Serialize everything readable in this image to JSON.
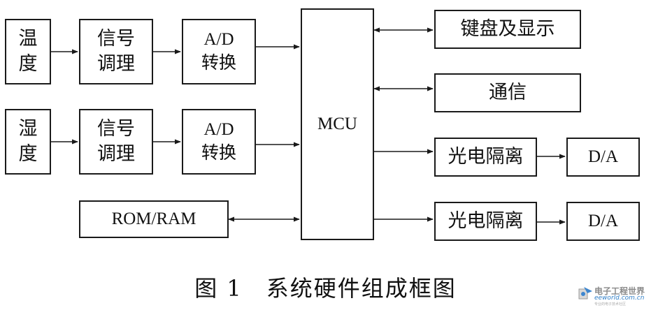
{
  "blocks": {
    "temp_sensor": "温\n度",
    "humidity_sensor": "湿\n度",
    "signal_cond_1": "信号\n调理",
    "signal_cond_2": "信号\n调理",
    "adc_1": "A/D\n转换",
    "adc_2": "A/D\n转换",
    "mcu": "MCU",
    "rom_ram": "ROM/RAM",
    "keyboard_display": "键盘及显示",
    "communication": "通信",
    "opto_isolation_1": "光电隔离",
    "opto_isolation_2": "光电隔离",
    "dac_1": "D/A",
    "dac_2": "D/A"
  },
  "caption": {
    "number": "图 1",
    "title": "系统硬件组成框图"
  },
  "watermark": {
    "name": "电子工程世界",
    "domain": "eeworld.com.cn",
    "tagline": "专业的电子技术社区"
  }
}
